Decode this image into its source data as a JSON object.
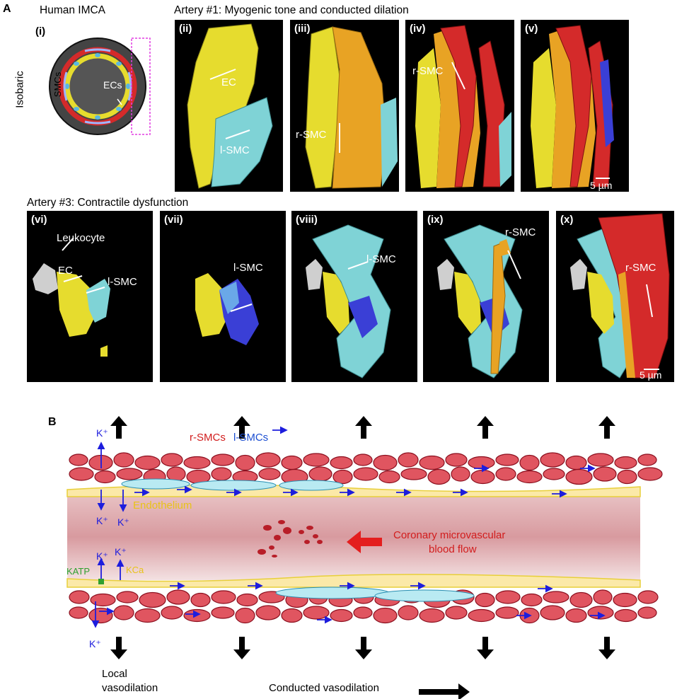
{
  "panel_a": {
    "letter": "A",
    "human_imca": "Human IMCA",
    "isobaric": "Isobaric",
    "smcs": "SMCs",
    "ecs": "ECs",
    "artery1_title": "Artery #1: Myogenic tone and conducted dilation",
    "artery3_title": "Artery #3: Contractile dysfunction",
    "scale_bar": "5 µm",
    "panels": {
      "i": "(i)",
      "ii": "(ii)",
      "iii": "(iii)",
      "iv": "(iv)",
      "v": "(v)",
      "vi": "(vi)",
      "vii": "(vii)",
      "viii": "(viii)",
      "ix": "(ix)",
      "x": "(x)"
    },
    "labels": {
      "ec": "EC",
      "lsmc": "l-SMC",
      "rsmc": "r-SMC",
      "leukocyte": "Leukocyte"
    },
    "colors": {
      "ec": "#e6dc2e",
      "lsmc": "#7fd3d6",
      "rsmc": "#d42a2a",
      "orange": "#e8a324",
      "blue": "#3a3fd6",
      "leukocyte": "#cfcfcf"
    }
  },
  "panel_b": {
    "letter": "B",
    "legend_r": "r-SMCs",
    "legend_l": "l-SMCs",
    "k_plus": "K⁺",
    "endothelium": "Endothelium",
    "flow_line1": "Coronary microvascular",
    "flow_line2": "blood flow",
    "katp": "KATP",
    "kca": "KCa",
    "local1": "Local",
    "local2": "vasodilation",
    "conducted": "Conducted vasodilation"
  }
}
